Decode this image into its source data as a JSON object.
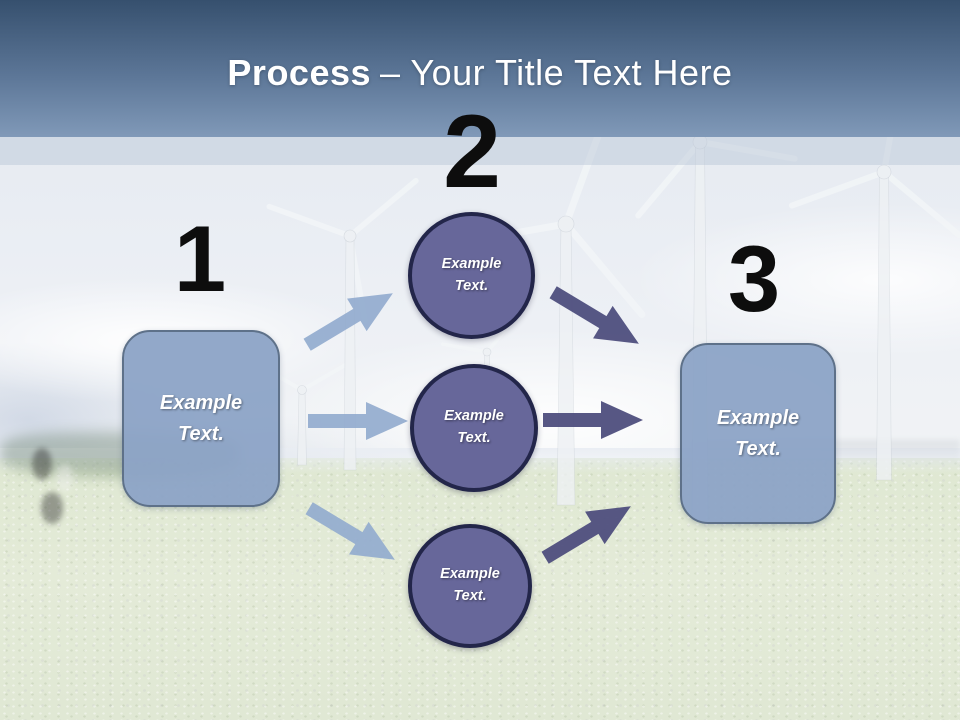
{
  "title": {
    "emphasis": "Process",
    "rest": "– Your Title Text Here"
  },
  "diagram": {
    "step1": {
      "number": "1",
      "box_text": "Example Text."
    },
    "step2": {
      "number": "2"
    },
    "step3": {
      "number": "3",
      "box_text": "Example Text."
    },
    "circles": [
      {
        "text": "Example Text."
      },
      {
        "text": "Example Text."
      },
      {
        "text": "Example Text."
      }
    ]
  },
  "colors": {
    "header_gradient_top": "#36506e",
    "header_gradient_bottom": "#8099b8",
    "box_fill": "#8ba3c6",
    "box_border": "#5e7189",
    "circle_fill": "#67679a",
    "circle_border": "#23264a",
    "arrow_light": "#93abce",
    "arrow_dark": "#4e4e7d",
    "number_color": "#0d0d0d",
    "title_color": "#ffffff"
  }
}
